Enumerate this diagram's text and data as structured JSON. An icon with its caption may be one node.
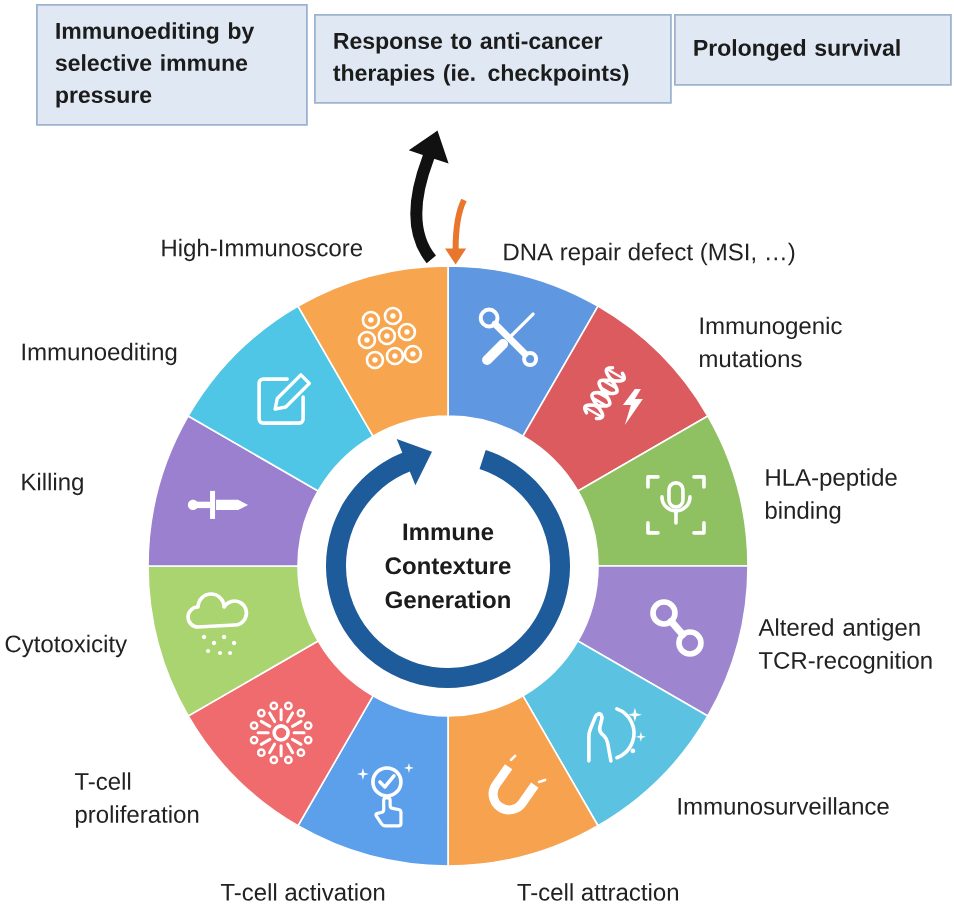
{
  "diagram": {
    "nodes": [
      {
        "text": [
          "Immunoediting by selective immune pressure"
        ]
      },
      {
        "text": [
          "Response to anti-cancer therapies (ie. checkpoints)"
        ]
      },
      {
        "text": [
          "Prolonged survival"
        ]
      },
      {
        "text": [
          "Immune Contexture Generation"
        ]
      },
      {
        "text": [],
        "shape": "sector",
        "beside": [
          "DNA repair defect (MSI, …)"
        ]
      },
      {
        "text": [],
        "shape": "sector",
        "beside": [
          "Immunogenic mutations"
        ]
      },
      {
        "text": [],
        "shape": "sector",
        "beside": [
          "HLA-peptide binding"
        ]
      },
      {
        "text": [],
        "shape": "sector",
        "beside": [
          "Altered antigen TCR-recognition"
        ]
      },
      {
        "text": [],
        "shape": "sector",
        "beside": [
          "Immunosurveillance"
        ]
      },
      {
        "text": [],
        "shape": "sector",
        "beside": [
          "T-cell attraction"
        ]
      },
      {
        "text": [],
        "shape": "sector",
        "beside": [
          "T-cell activation"
        ]
      },
      {
        "text": [],
        "shape": "sector",
        "beside": [
          "T-cell proliferation"
        ]
      },
      {
        "text": [],
        "shape": "sector",
        "beside": [
          "Cytotoxicity"
        ]
      },
      {
        "text": [],
        "shape": "sector",
        "beside": [
          "Killing"
        ]
      },
      {
        "text": [],
        "shape": "sector",
        "beside": [
          "Immunoediting"
        ]
      },
      {
        "text": [],
        "shape": "sector",
        "beside": [
          "High-Immunoscore"
        ]
      }
    ],
    "edges": [
      {
        "from": 15,
        "to": 1,
        "arrow": "to",
        "style": "thick"
      },
      {
        "from": null,
        "to": 4,
        "arrow": "to",
        "color": "#e8762c"
      }
    ]
  }
}
